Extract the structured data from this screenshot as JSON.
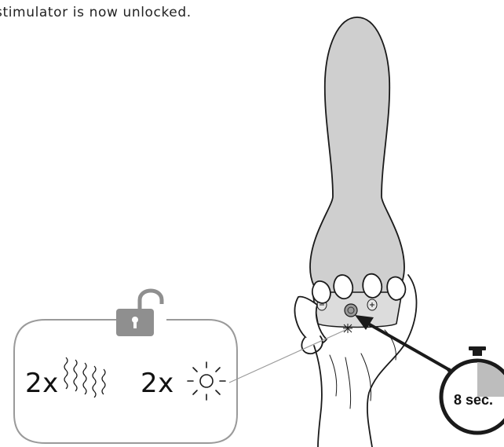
{
  "instruction": {
    "caption": "stimulator is now unlocked."
  },
  "indicator_panel": {
    "vibration_count": "2x",
    "light_count": "2x",
    "vibration_icon": "wavy-lines-icon",
    "light_icon": "blinking-light-icon",
    "lock_icon": "unlocked-padlock-icon"
  },
  "timer": {
    "label": "8 sec.",
    "icon": "stopwatch-icon"
  },
  "device": {
    "power_button_icon": "power-icon",
    "plus_button_icon": "plus-icon",
    "minus_button_icon": "minus-icon"
  },
  "colors": {
    "device_body": "#cfcfcf",
    "button_panel": "#dcdcdc",
    "lock_body": "#8f8f8f",
    "timer_wedge": "#bdbdbd",
    "outline": "#1a1a1a",
    "panel_border": "#9a9a9a"
  }
}
